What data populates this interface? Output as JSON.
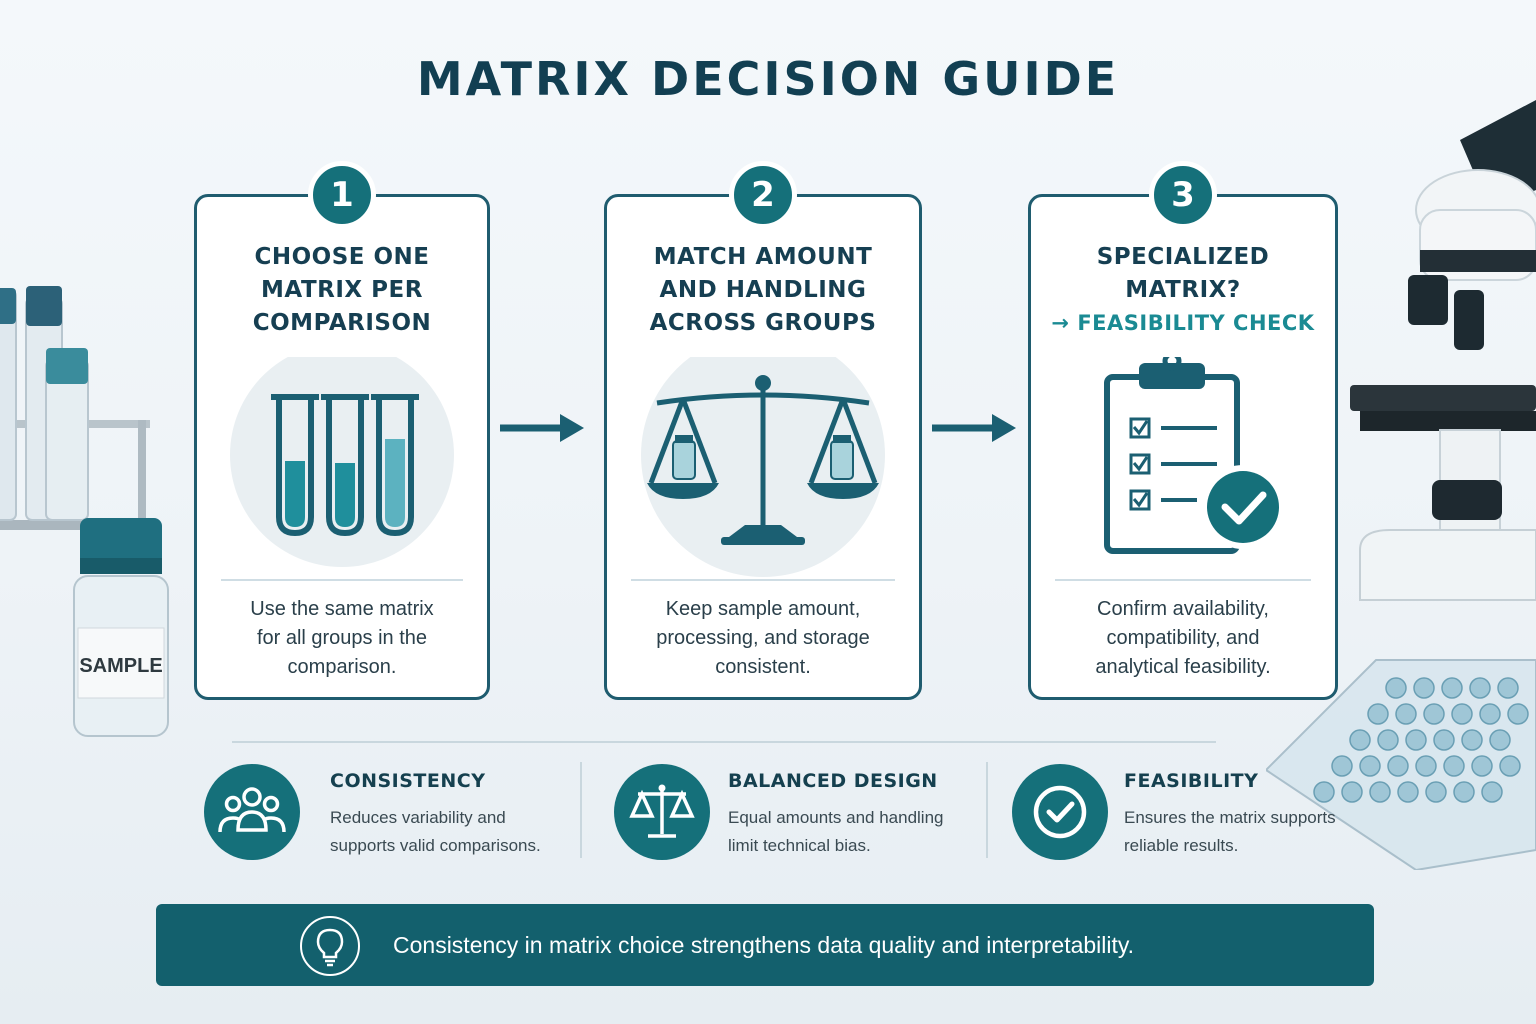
{
  "title": "MATRIX DECISION GUIDE",
  "steps": [
    {
      "number": "1",
      "title_lines": [
        "CHOOSE ONE",
        "MATRIX PER",
        "COMPARISON"
      ],
      "description_lines": [
        "Use the same matrix",
        "for all groups in the",
        "comparison."
      ],
      "icon": "test-tubes-icon"
    },
    {
      "number": "2",
      "title_lines": [
        "MATCH AMOUNT",
        "AND HANDLING",
        "ACROSS GROUPS"
      ],
      "description_lines": [
        "Keep sample amount,",
        "processing, and storage",
        "consistent."
      ],
      "icon": "balance-scale-icon"
    },
    {
      "number": "3",
      "title_lines": [
        "SPECIALIZED",
        "MATRIX?"
      ],
      "title_accent": "→ FEASIBILITY CHECK",
      "description_lines": [
        "Confirm availability,",
        "compatibility, and",
        "analytical feasibility."
      ],
      "icon": "clipboard-check-icon"
    }
  ],
  "features": [
    {
      "title": "CONSISTENCY",
      "description_lines": [
        "Reduces variability and",
        "supports valid comparisons."
      ],
      "icon": "people-group-icon"
    },
    {
      "title": "BALANCED DESIGN",
      "description_lines": [
        "Equal amounts and handling",
        "limit technical bias."
      ],
      "icon": "scale-icon"
    },
    {
      "title": "FEASIBILITY",
      "description_lines": [
        "Ensures the matrix supports",
        "reliable results."
      ],
      "icon": "check-circle-icon"
    }
  ],
  "banner": {
    "text": "Consistency in matrix choice strengthens data quality and interpretability.",
    "icon": "lightbulb-icon"
  },
  "decor": {
    "sample_label": "SAMPLE"
  },
  "colors": {
    "primary": "#15707a",
    "dark": "#123f52",
    "accent": "#1a8a93",
    "banner": "#13606d"
  }
}
